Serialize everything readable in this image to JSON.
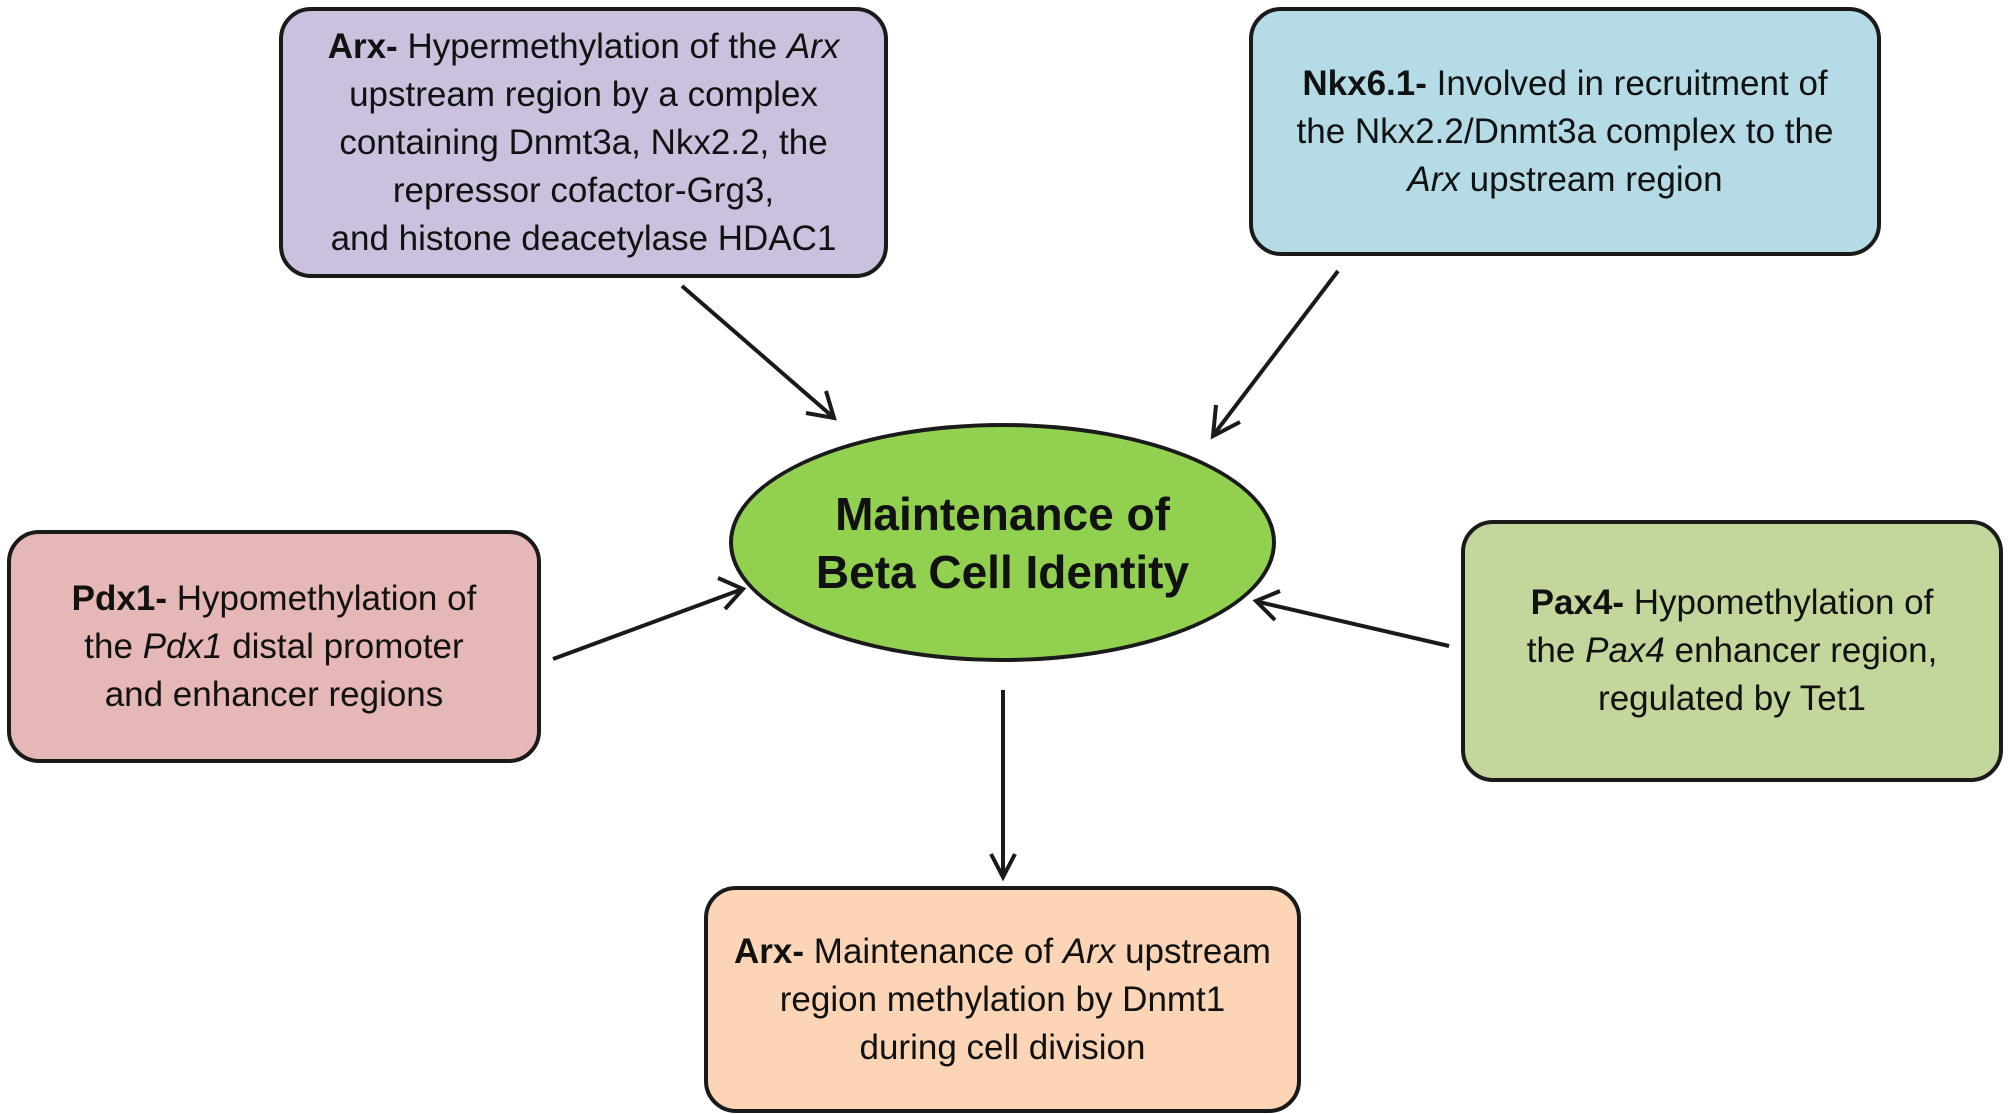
{
  "center": {
    "line1": "Maintenance of",
    "line2": "Beta Cell Identity",
    "color": "#92d050"
  },
  "boxes": {
    "arx_top": {
      "color": "#cbc0dd",
      "bold": "Arx-",
      "l1_text": " Hypermethylation of the ",
      "l1_italic": "Arx",
      "l2": "upstream region by a complex",
      "l3": "containing Dnmt3a, Nkx2.2, the",
      "l4": "repressor cofactor-Grg3,",
      "l5": "and histone deacetylase HDAC1"
    },
    "nkx": {
      "color": "#b5dce6",
      "bold": "Nkx6.1-",
      "l1_text": " Involved in recruitment of",
      "l2": "the Nkx2.2/Dnmt3a complex to the",
      "l3_italic": "Arx",
      "l3_text": " upstream region"
    },
    "pdx1": {
      "color": "#e5b8b7",
      "bold": "Pdx1-",
      "l1_text": " Hypomethylation of",
      "l2_pre": "the ",
      "l2_italic": "Pdx1",
      "l2_post": " distal promoter",
      "l3": "and enhancer regions"
    },
    "pax4": {
      "color": "#c3d69b",
      "bold": "Pax4-",
      "l1_text": " Hypomethylation of",
      "l2_pre": "the ",
      "l2_italic": "Pax4",
      "l2_post": " enhancer region,",
      "l3": "regulated by Tet1"
    },
    "arx_bottom": {
      "color": "#fbd5b5",
      "bold": "Arx-",
      "l1_text": " Maintenance of ",
      "l1_italic": "Arx",
      "l1_post": " upstream",
      "l2": "region methylation by Dnmt1",
      "l3": "during cell division"
    }
  },
  "arrows": [
    {
      "from": "arx_top",
      "to": "center"
    },
    {
      "from": "nkx",
      "to": "center"
    },
    {
      "from": "pdx1",
      "to": "center"
    },
    {
      "from": "pax4",
      "to": "center"
    },
    {
      "from": "center",
      "to": "arx_bottom"
    }
  ],
  "arrow_color": "#1a1a1a"
}
